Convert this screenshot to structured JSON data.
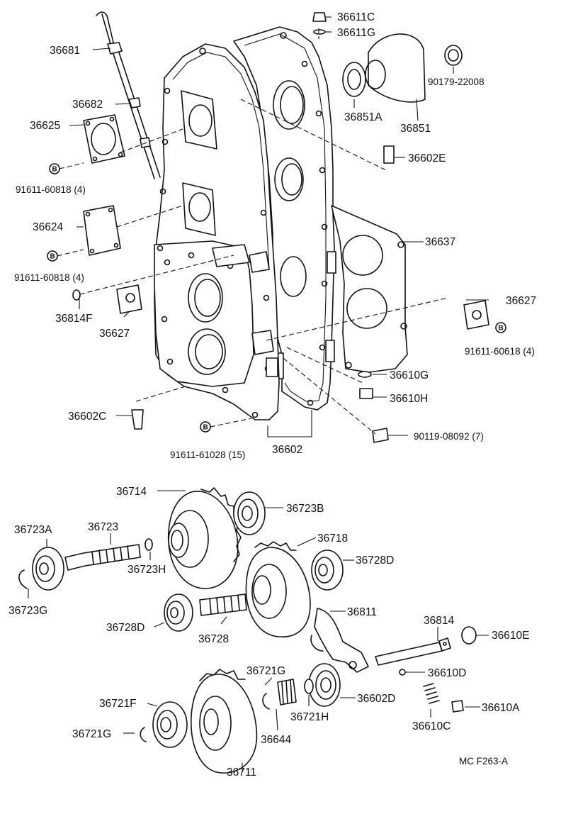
{
  "diagram_code": "MC F263-A",
  "bolt_marker": "B",
  "callouts": [
    "36611C",
    "36611G",
    "36681",
    "36851A",
    "36851",
    "90179-22008",
    "36682",
    "36625",
    "91611-60818 (4)",
    "36602E",
    "36624",
    "36637",
    "91611-60818 (4)",
    "36814F",
    "36627",
    "36627",
    "91611-60618 (4)",
    "36610G",
    "36610H",
    "36602C",
    "91611-61028 (15)",
    "36602",
    "90119-08092 (7)",
    "36714",
    "36723B",
    "36723A",
    "36723",
    "36718",
    "36728D",
    "36723H",
    "36723G",
    "36728D",
    "36728",
    "36811",
    "36814",
    "36610E",
    "36721G",
    "36610D",
    "36721F",
    "36602D",
    "36721H",
    "36610A",
    "36721G",
    "36644",
    "36610C",
    "36711"
  ]
}
